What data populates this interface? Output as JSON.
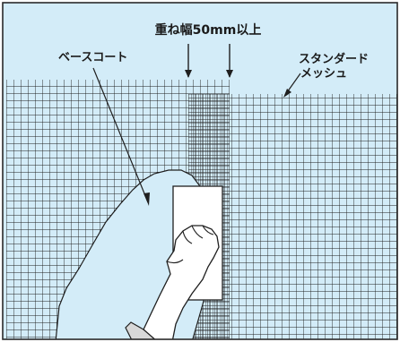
{
  "labels": {
    "overlap": "重ね幅50mm以上",
    "base_coat": "ベースコート",
    "standard_mesh_line1": "スタンダード",
    "standard_mesh_line2": "メッシュ"
  },
  "colors": {
    "background": "#d3ecf8",
    "mesh_line": "#1f1f1f",
    "frame": "#2a2a2a",
    "trowel": "#ffffff",
    "hand": "#ffffff",
    "sleeve": "#d8d8d8"
  }
}
